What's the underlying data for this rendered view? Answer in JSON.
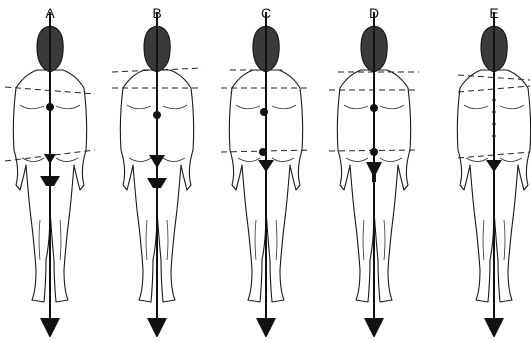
{
  "figures": [
    {
      "label": "A"
    },
    {
      "label": "B"
    },
    {
      "label": "C"
    },
    {
      "label": "D"
    },
    {
      "label": "E"
    }
  ],
  "colors": {
    "ink": "#111111",
    "paper": "#ffffff",
    "hair": "#3a3a3a"
  },
  "icons": [
    "plumb-line-arrow",
    "body-outline-back-view"
  ]
}
